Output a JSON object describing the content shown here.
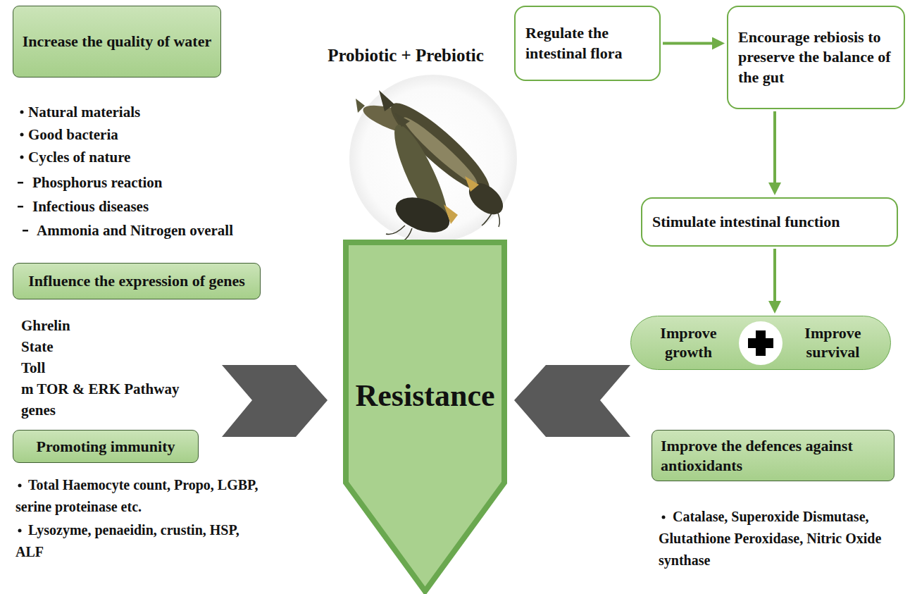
{
  "diagram": {
    "title": "Probiotic + Prebiotic",
    "nodes": [
      {
        "text": [
          "Increase the quality of water"
        ]
      },
      {
        "text": [
          "Regulate the intestinal flora"
        ]
      },
      {
        "text": [
          "Encourage rebiosis to preserve the balance of the gut"
        ]
      },
      {
        "text": [
          "Stimulate intestinal function"
        ]
      },
      {
        "text": [
          "Improve growth",
          "Improve survival"
        ]
      },
      {
        "text": [
          "Influence the expression of genes"
        ]
      },
      {
        "text": [
          "Resistance"
        ]
      },
      {
        "text": [
          "Promoting immunity"
        ]
      },
      {
        "text": [
          "Improve the defences against antioxidants"
        ]
      }
    ],
    "edges": [
      {
        "from": 1,
        "to": 2,
        "arrow": "to"
      },
      {
        "from": 2,
        "to": 3,
        "arrow": "to"
      },
      {
        "from": 3,
        "to": 4,
        "arrow": "to"
      }
    ],
    "labels": [
      "Natural materials",
      "Good bacteria",
      "Cycles of nature",
      "Phosphorus reaction",
      "Infectious diseases",
      "Ammonia and Nitrogen overall",
      "Ghrelin",
      "State",
      "Toll",
      "m TOR & ERK Pathway genes",
      "Total Haemocyte count, Propo, LGBP, serine proteinase etc.",
      "Lysozyme, penaeidin, crustin, HSP, ALF",
      "Catalase, Superoxide Dismutase, Glutathione Peroxidase, Nitric Oxide synthase"
    ]
  }
}
